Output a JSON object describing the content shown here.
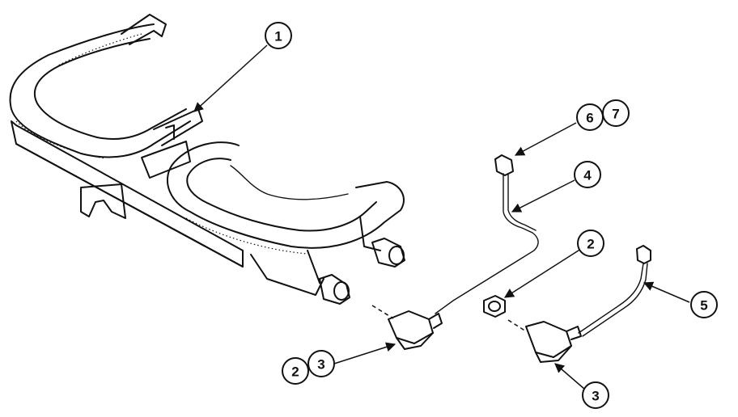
{
  "callouts": {
    "burner_assembly": "1",
    "locknut_a": "2",
    "locknut_b": "2",
    "valve_a": "3",
    "valve_b": "3",
    "tube_left": "4",
    "tube_right": "5",
    "fitting_a": "6",
    "fitting_b": "7"
  }
}
